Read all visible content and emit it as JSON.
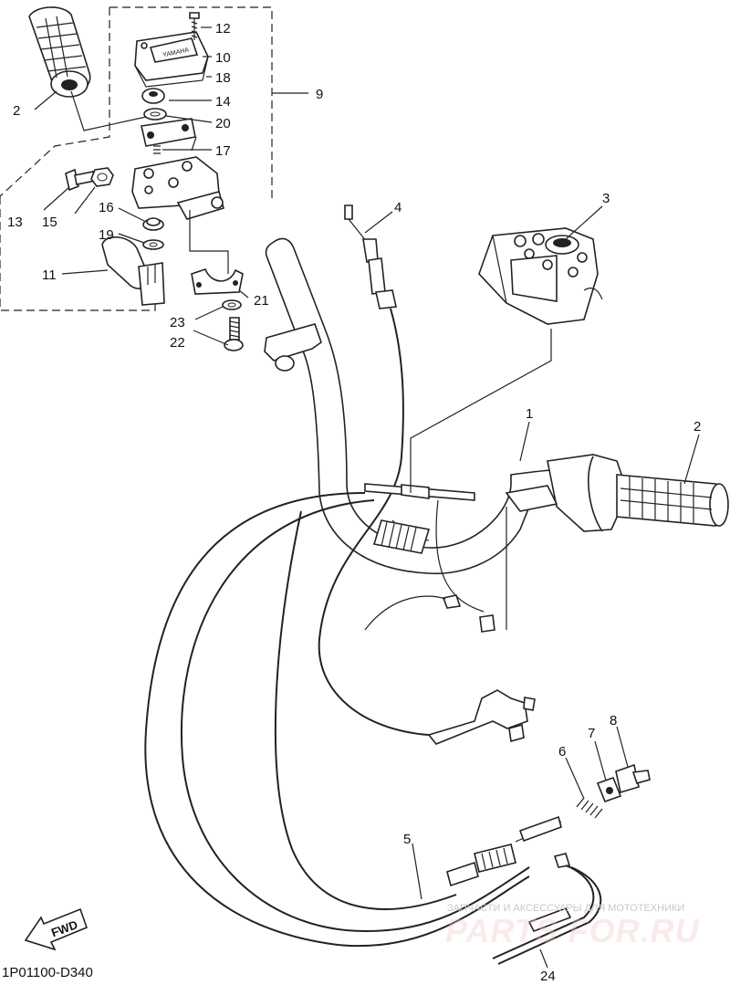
{
  "diagram": {
    "code": "1P01100-D340",
    "fwd_label": "FWD",
    "watermark": {
      "caption": "ЗАПЧАСТИ И АКСЕССУАРЫ ДЛЯ МОТОТЕХНИКИ",
      "brand": "PARTS FOR.RU",
      "accent": "#e05a5a"
    },
    "callouts": [
      {
        "id": "c1",
        "label": "1"
      },
      {
        "id": "c2a",
        "label": "2"
      },
      {
        "id": "c2b",
        "label": "2"
      },
      {
        "id": "c3",
        "label": "3"
      },
      {
        "id": "c4",
        "label": "4"
      },
      {
        "id": "c5",
        "label": "5"
      },
      {
        "id": "c6",
        "label": "6"
      },
      {
        "id": "c7",
        "label": "7"
      },
      {
        "id": "c8",
        "label": "8"
      },
      {
        "id": "c9",
        "label": "9"
      },
      {
        "id": "c10",
        "label": "10"
      },
      {
        "id": "c11",
        "label": "11"
      },
      {
        "id": "c12",
        "label": "12"
      },
      {
        "id": "c13",
        "label": "13"
      },
      {
        "id": "c14",
        "label": "14"
      },
      {
        "id": "c15",
        "label": "15"
      },
      {
        "id": "c16",
        "label": "16"
      },
      {
        "id": "c17",
        "label": "17"
      },
      {
        "id": "c18",
        "label": "18"
      },
      {
        "id": "c19",
        "label": "19"
      },
      {
        "id": "c20",
        "label": "20"
      },
      {
        "id": "c21",
        "label": "21"
      },
      {
        "id": "c22",
        "label": "22"
      },
      {
        "id": "c23",
        "label": "23"
      },
      {
        "id": "c24",
        "label": "24"
      }
    ]
  }
}
